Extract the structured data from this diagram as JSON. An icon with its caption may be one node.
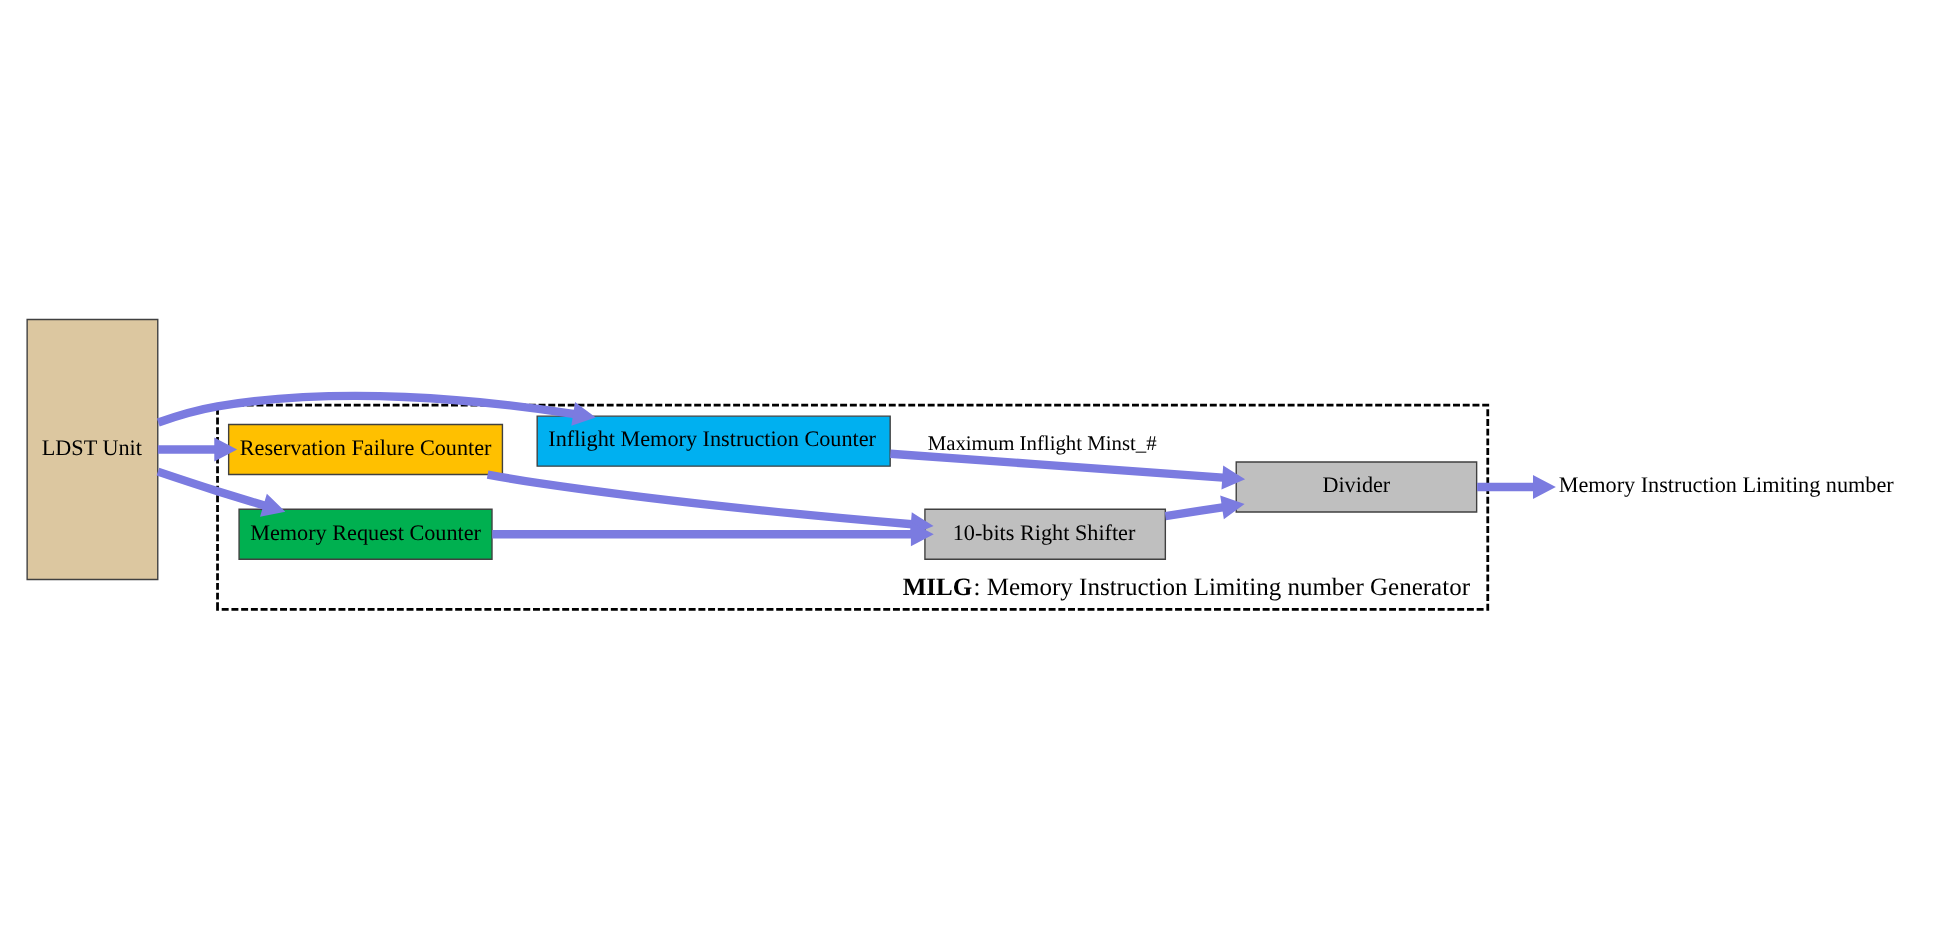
{
  "diagram": {
    "nodes": [
      {
        "text": [
          "**MILG**: Memory Instruction Limiting number Generator"
        ]
      },
      {
        "text": [
          "LDST Unit"
        ]
      },
      {
        "text": [
          "Inflight Memory Instruction Counter"
        ],
        "in": 0
      },
      {
        "text": [
          "Reservation Failure Counter"
        ],
        "in": 0
      },
      {
        "text": [
          "Memory Request Counter"
        ],
        "in": 0
      },
      {
        "text": [
          "10-bits Right Shifter"
        ],
        "in": 0
      },
      {
        "text": [
          "Divider"
        ],
        "in": 0
      },
      {
        "text": [
          "Memory Instruction Limiting number"
        ]
      }
    ],
    "edges": [
      {
        "from": 1,
        "to": 2,
        "arrow": "to"
      },
      {
        "from": 1,
        "to": 3,
        "arrow": "to"
      },
      {
        "from": 1,
        "to": 4,
        "arrow": "to"
      },
      {
        "from": 2,
        "to": 6,
        "arrow": "to",
        "label": "Maximum Inflight Minst_#"
      },
      {
        "from": 3,
        "to": 5,
        "arrow": "to"
      },
      {
        "from": 4,
        "to": 5,
        "arrow": "to"
      },
      {
        "from": 5,
        "to": 6,
        "arrow": "to"
      },
      {
        "from": 6,
        "to": 7,
        "arrow": "to"
      }
    ]
  }
}
